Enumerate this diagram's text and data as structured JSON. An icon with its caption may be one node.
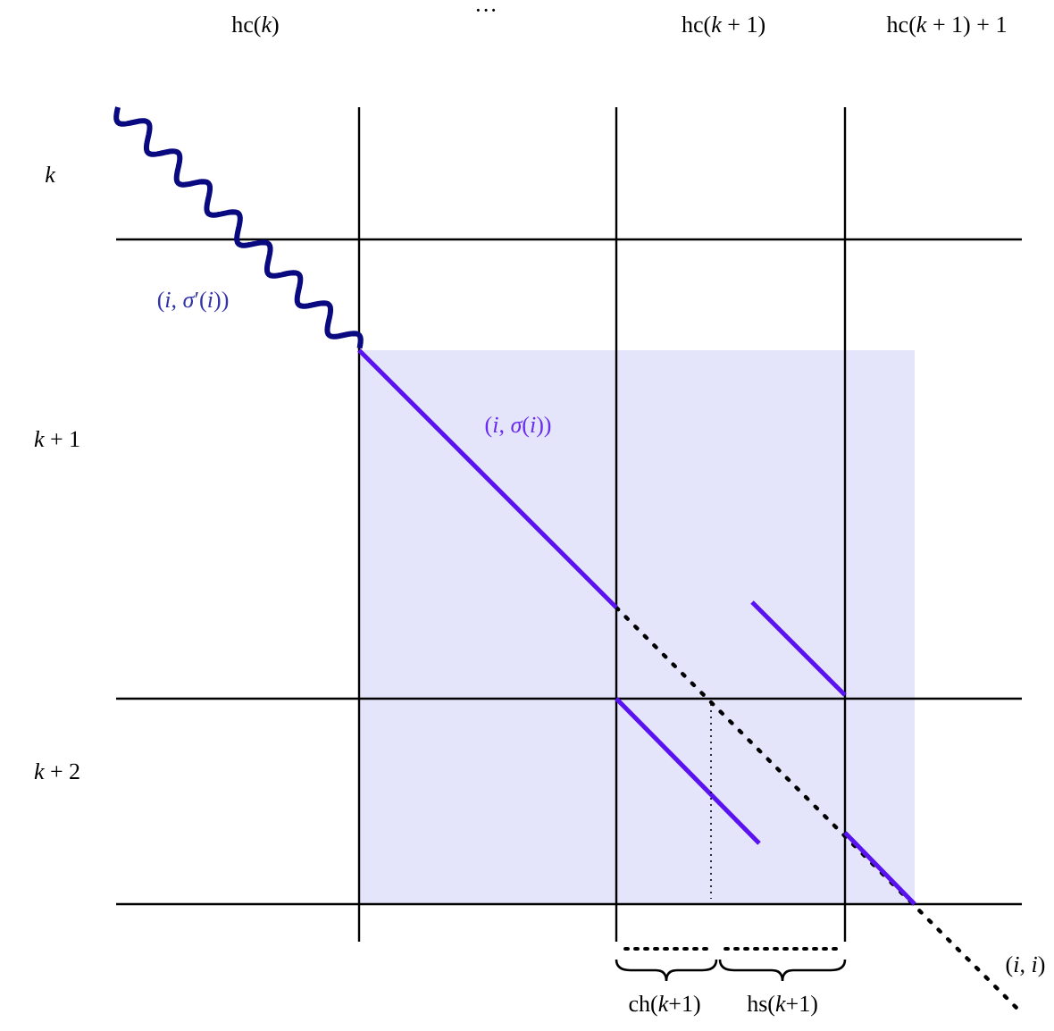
{
  "diagram": {
    "labels": [
      "hc(*k*)",
      "···",
      "hc(*k* + 1)",
      "hc(*k* + 1) + 1",
      "k",
      "(*i*, *σ*′(*i*))",
      "*k* + 1",
      "(*i*, *σ*(*i*))",
      "*k* + 2",
      "ch(*k*+1)",
      "hs(*k*+1)",
      "(*i*, *i*)"
    ]
  }
}
